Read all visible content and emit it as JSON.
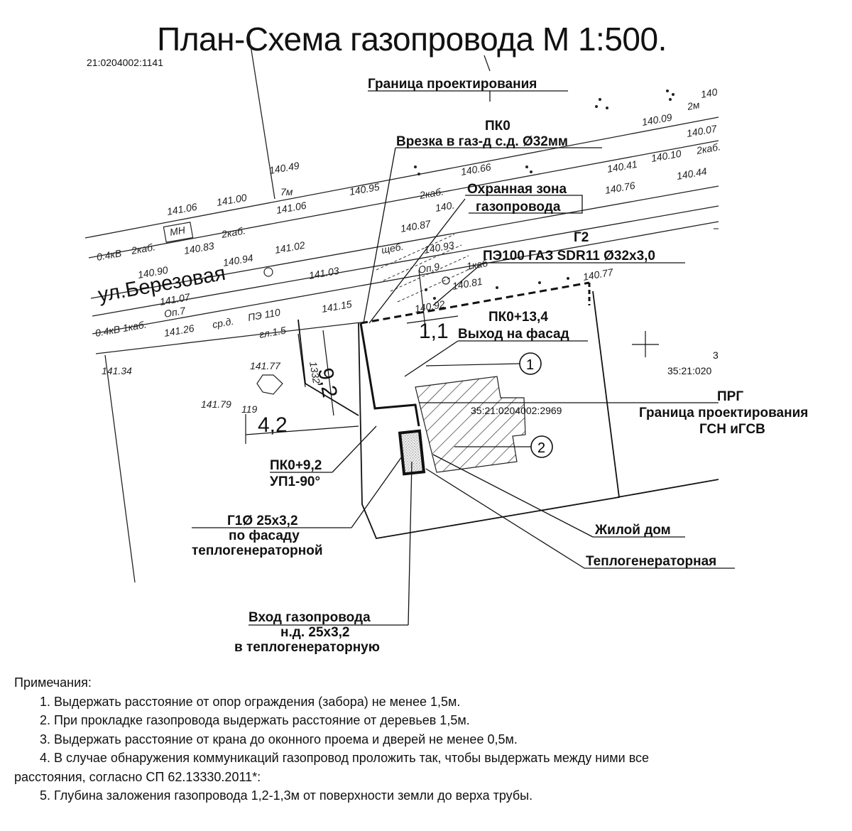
{
  "title": "План-Схема газопровода М 1:500.",
  "cadastral": {
    "top_left": "21:0204002:1141",
    "right": "35:21:020",
    "right_letter": "3",
    "plot": "35:21:0204002:2969"
  },
  "street": "ул.Березовая",
  "labels": {
    "boundary_top": "Граница проектирования",
    "pk0": "ПК0",
    "tie_in": "Врезка в  газ-д с.д. Ø32мм",
    "protect_zone_1": "Охранная зона",
    "protect_zone_2": "газопровода",
    "g2": "Г2",
    "pipe_spec": "ПЭ100 ГАЗ SDR11 Ø32x3,0",
    "pk134": "ПК0+13,4",
    "exit_facade": "Выход на фасад",
    "prg": "ПРГ",
    "boundary_right_1": "Граница проектирования",
    "boundary_right_2": "ГСН иГСВ",
    "pk92": "ПК0+9,2",
    "up190": "УП1-90°",
    "g1_1": "Г1Ø 25x3,2",
    "g1_2": "по фасаду",
    "g1_3": "теплогенераторной",
    "house": "Жилой дом",
    "boiler": "Теплогенераторная",
    "entry_1": "Вход газопровода",
    "entry_2": "н.д. 25x3,2",
    "entry_3": "в теплогенераторную",
    "circle1": "1",
    "circle2": "2"
  },
  "dims": {
    "d11": "1,1",
    "d92": "9,2",
    "d42": "4,2"
  },
  "survey": {
    "e14049": "140.49",
    "e7m": "7м",
    "e14106a": "141.06",
    "e14100": "141.00",
    "e14106b": "141.06",
    "mn": "МН",
    "e2kab1": "2каб.",
    "e2kab2": "2каб.",
    "e14083": "140.83",
    "e04kv": "0.4кВ",
    "e14102": "141.02",
    "e14090": "140.90",
    "e14094": "140.94",
    "e14103": "141.03",
    "e14107": "141.07",
    "e14115": "141.15",
    "op7": "Оп.7",
    "e14126": "141.26",
    "e14kv": "0.4кВ 1каб.",
    "srd": "ср.д.",
    "pe110": "ПЭ 110",
    "gl15": "гл.1.5",
    "e14134": "141.34",
    "e14177": "141.77",
    "e14179": "141.79",
    "e119": "119",
    "e1332": "1332",
    "e14095": "140.95",
    "e2kab3": "2каб.",
    "e140": "140.",
    "e14087": "140.87",
    "shcheb": "щеб.",
    "e14093": "140.93",
    "op9": "Оп.9",
    "e1kab": "1каб",
    "e14081": "140.81",
    "e14092": "140.92",
    "e14077": "140.77",
    "e14066": "140.66",
    "e14041": "140.41",
    "e14010": "140.10",
    "e14076": "140.76",
    "e14044": "140.44",
    "e14009": "140.09",
    "e2m": "2м",
    "e14007": "140.07",
    "e2kab4": "2каб.",
    "e140top": "140"
  },
  "notes": {
    "heading": "Примечания:",
    "items": [
      "1. Выдержать расстояние от опор ограждения (забора) не менее 1,5м.",
      "2. При прокладке газопровода выдержать расстояние от деревьев 1,5м.",
      "3. Выдержать расстояние от крана до оконного проема и дверей не менее 0,5м.",
      "4. В случае обнаружения коммуникаций газопровод проложить так, чтобы выдержать между ними все",
      "5. Глубина заложения газопровода 1,2-1,3м от поверхности земли до верха трубы."
    ],
    "item4_cont": "расстояния, согласно СП 62.13330.2011*:"
  }
}
